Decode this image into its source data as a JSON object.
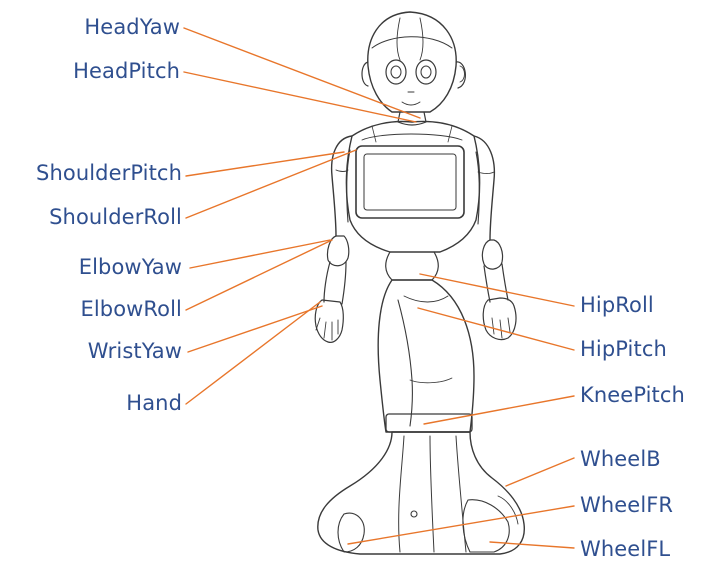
{
  "colors": {
    "label_text": "#2f4f8f",
    "leader_line": "#e8762b",
    "robot_outline": "#3a3a3a",
    "background": "#ffffff"
  },
  "joints": {
    "head_yaw": "HeadYaw",
    "head_pitch": "HeadPitch",
    "shoulder_pitch": "ShoulderPitch",
    "shoulder_roll": "ShoulderRoll",
    "elbow_yaw": "ElbowYaw",
    "elbow_roll": "ElbowRoll",
    "wrist_yaw": "WristYaw",
    "hand": "Hand",
    "hip_roll": "HipRoll",
    "hip_pitch": "HipPitch",
    "knee_pitch": "KneePitch",
    "wheel_b": "WheelB",
    "wheel_fr": "WheelFR",
    "wheel_fl": "WheelFL"
  }
}
